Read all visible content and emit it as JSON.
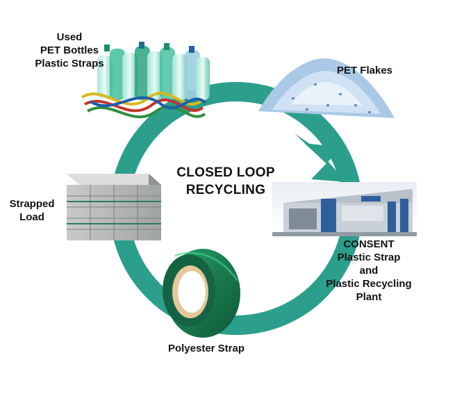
{
  "diagram": {
    "title_lines": [
      "CLOSED LOOP",
      "RECYCLING"
    ],
    "nodes": {
      "bottles": {
        "lines": [
          "Used",
          "PET Bottles",
          "Plastic Straps"
        ]
      },
      "flakes": {
        "lines": [
          "PET Flakes"
        ]
      },
      "plant": {
        "lines": [
          "CONSENT",
          "Plastic Strap",
          "and",
          "Plastic Recycling",
          "Plant"
        ]
      },
      "strap": {
        "lines": [
          "Polyester Strap"
        ]
      },
      "load": {
        "lines": [
          "Strapped",
          "Load"
        ]
      }
    },
    "colors": {
      "loop": "#2c9e8c",
      "strap_green": "#1d7a4e",
      "flakes": "#a9c9e6",
      "building": "#b8c0c8",
      "accent_blue": "#2f5f9a"
    }
  }
}
